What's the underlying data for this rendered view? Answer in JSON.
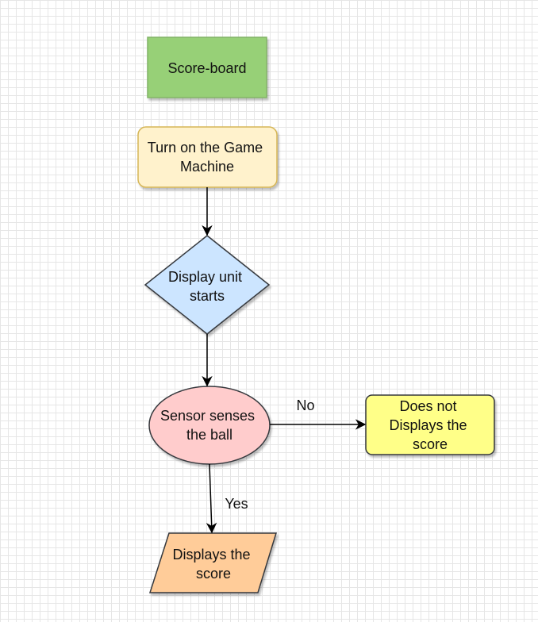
{
  "diagram": {
    "nodes": {
      "scoreboard": {
        "lines": [
          "Score-board"
        ],
        "fill": "#97d077",
        "stroke": "#82b366"
      },
      "turn_on": {
        "lines": [
          "Turn on the Game",
          "Machine"
        ],
        "fill": "#fff2cc",
        "stroke": "#d6b656"
      },
      "display_unit": {
        "lines": [
          "Display unit",
          "starts"
        ],
        "fill": "#cce5ff",
        "stroke": "#36393d"
      },
      "sensor": {
        "lines": [
          "Sensor senses",
          "the ball"
        ],
        "fill": "#ffcccc",
        "stroke": "#36393d"
      },
      "no_display": {
        "lines": [
          "Does not",
          "Displays the",
          "score"
        ],
        "fill": "#ffff88",
        "stroke": "#36393d"
      },
      "displays_score": {
        "lines": [
          "Displays the",
          "score"
        ],
        "fill": "#ffcc99",
        "stroke": "#36393d"
      }
    },
    "edges": {
      "no_label": "No",
      "yes_label": "Yes"
    }
  }
}
